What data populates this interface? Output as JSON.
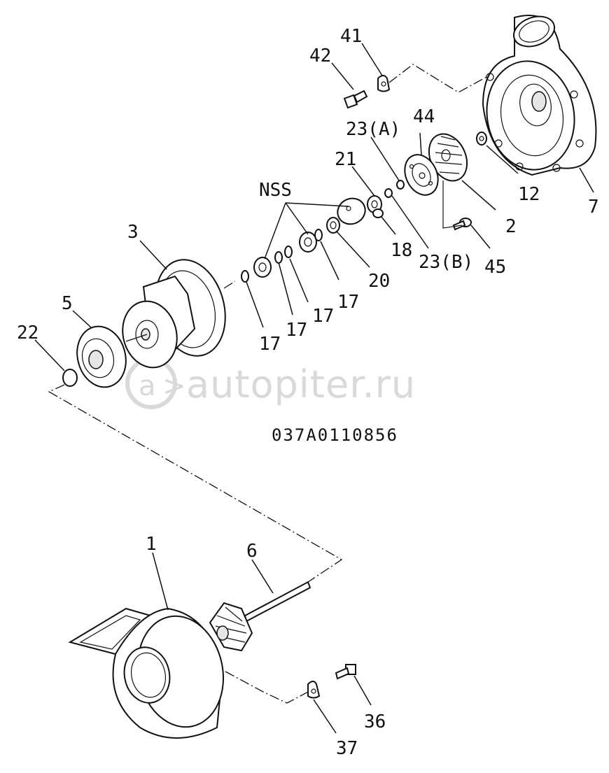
{
  "diagram": {
    "drawing_code": "037A0110856",
    "watermark": "autopiter.ru",
    "labels": {
      "l1": "1",
      "l2": "2",
      "l3": "3",
      "l5": "5",
      "l6": "6",
      "l7": "7",
      "l12": "12",
      "l17a": "17",
      "l17b": "17",
      "l17c": "17",
      "l17d": "17",
      "l18": "18",
      "l20": "20",
      "l21": "21",
      "l22": "22",
      "l23a": "23(A)",
      "l23b": "23(B)",
      "l36": "36",
      "l37": "37",
      "l41": "41",
      "l42": "42",
      "l44": "44",
      "l45": "45",
      "nss": "NSS"
    }
  }
}
